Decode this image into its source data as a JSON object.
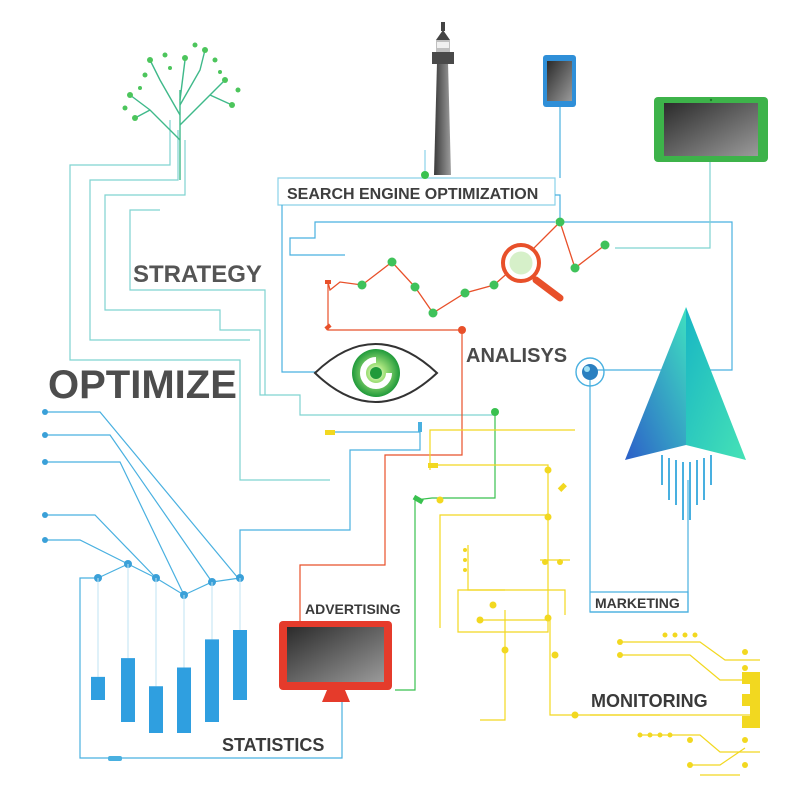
{
  "labels": {
    "optimize": "OPTIMIZE",
    "strategy": "STRATEGY",
    "seo": "SEARCH ENGINE OPTIMIZATION",
    "analysis": "ANALISYS",
    "advertising": "ADVERTISING",
    "marketing": "MARKETING",
    "monitoring": "MONITORING",
    "statistics": "STATISTICS"
  },
  "icons": [
    "tree-icon",
    "lighthouse-icon",
    "smartphone-icon",
    "tablet-icon",
    "magnifier-icon",
    "eye-icon",
    "rocket-icon",
    "monitor-icon",
    "bar-chart-icon",
    "circuit-chip-icon"
  ],
  "statistics_chart": {
    "type": "bar",
    "values": [
      3,
      5,
      2,
      4,
      7,
      8
    ]
  },
  "colors": {
    "line_blue": "#49b0e0",
    "line_teal": "#7fd3d0",
    "line_red": "#e8502a",
    "line_yellow": "#f2d820",
    "line_green": "#39c14f",
    "bar_blue": "#2f9fe0",
    "text": "#4a4a4a"
  }
}
